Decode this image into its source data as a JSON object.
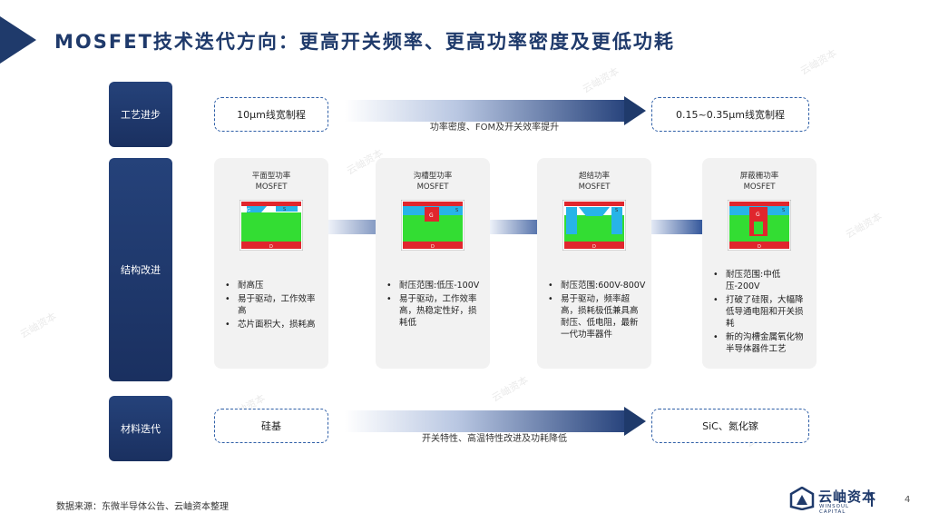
{
  "title": "MOSFET技术迭代方向：更高开关频率、更高功率密度及更低功耗",
  "sections": {
    "process": "工艺进步",
    "structure": "结构改进",
    "material": "材料迭代"
  },
  "process_row": {
    "left": "10μm线宽制程",
    "right": "0.15~0.35μm线宽制程",
    "arrow_label": "功率密度、FOM及开关效率提升"
  },
  "material_row": {
    "left": "硅基",
    "right": "SiC、氮化镓",
    "arrow_label": "开关特性、高温特性改进及功耗降低"
  },
  "cards": [
    {
      "title1": "平面型功率",
      "title2": "MOSFET",
      "bullets": [
        "耐高压",
        "易于驱动，工作效率高",
        "芯片面积大，损耗高"
      ]
    },
    {
      "title1": "沟槽型功率",
      "title2": "MOSFET",
      "bullets": [
        "耐压范围:低压-100V",
        "易于驱动，工作效率高，热稳定性好，损耗低"
      ]
    },
    {
      "title1": "超结功率",
      "title2": "MOSFET",
      "bullets": [
        "耐压范围:600V-800V",
        "易于驱动，频率超高，损耗极低兼具高耐压、低电阻，最新一代功率器件"
      ]
    },
    {
      "title1": "屏蔽栅功率",
      "title2": "MOSFET",
      "bullets": [
        "耐压范围:中低压-200V",
        "打破了硅限，大幅降低导通电阻和开关损耗",
        "新的沟槽金属氧化物半导体器件工艺"
      ]
    }
  ],
  "diagram_labels": {
    "source": "S",
    "gate": "G",
    "drain": "D"
  },
  "source_note": "数据来源：东微半导体公告、云岫资本整理",
  "logo": {
    "name": "云岫资本",
    "en": "WINSOUL CAPITAL",
    "brand_color": "#1f3a6b"
  },
  "page_number": "4",
  "watermark": "云岫资本",
  "colors": {
    "navy": "#1f3a6b",
    "green": "#33dd33",
    "red": "#e0262d",
    "cyan": "#27b4e8"
  }
}
